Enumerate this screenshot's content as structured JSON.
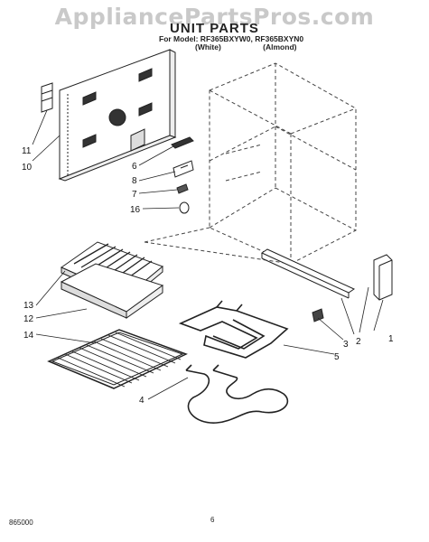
{
  "watermark": "AppliancePartsPros.com",
  "header": {
    "title": "UNIT PARTS",
    "models_line": "For Model: RF365BXYW0, RF365BXYN0",
    "color_1": "(White)",
    "color_2": "(Almond)"
  },
  "callouts": [
    "11",
    "10",
    "6",
    "8",
    "7",
    "16",
    "13",
    "12",
    "14",
    "4",
    "5",
    "3",
    "2",
    "1"
  ],
  "footer": {
    "doc_number": "865000",
    "page_number": "6"
  }
}
